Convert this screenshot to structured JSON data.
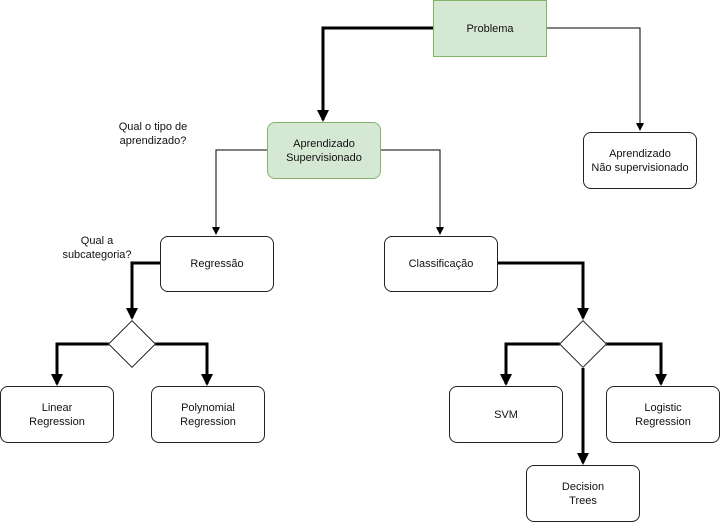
{
  "nodes": {
    "problema": "Problema",
    "aprendizado_supervisionado": "Aprendizado\nSupervisionado",
    "aprendizado_nao_supervisionado": "Aprendizado\nNão supervisionado",
    "regressao": "Regressão",
    "classificacao": "Classificação",
    "linear_regression": "Linear\nRegression",
    "polynomial_regression": "Polynomial\nRegression",
    "svm": "SVM",
    "decision_trees": "Decision\nTrees",
    "logistic_regression": "Logistic\nRegression"
  },
  "questions": {
    "tipo_aprendizado": "Qual o tipo de\naprendizado?",
    "subcategoria": "Qual a\nsubcategoria?"
  },
  "colors": {
    "green_fill": "#d5e8d4",
    "green_border": "#82b366",
    "line": "#000000"
  }
}
